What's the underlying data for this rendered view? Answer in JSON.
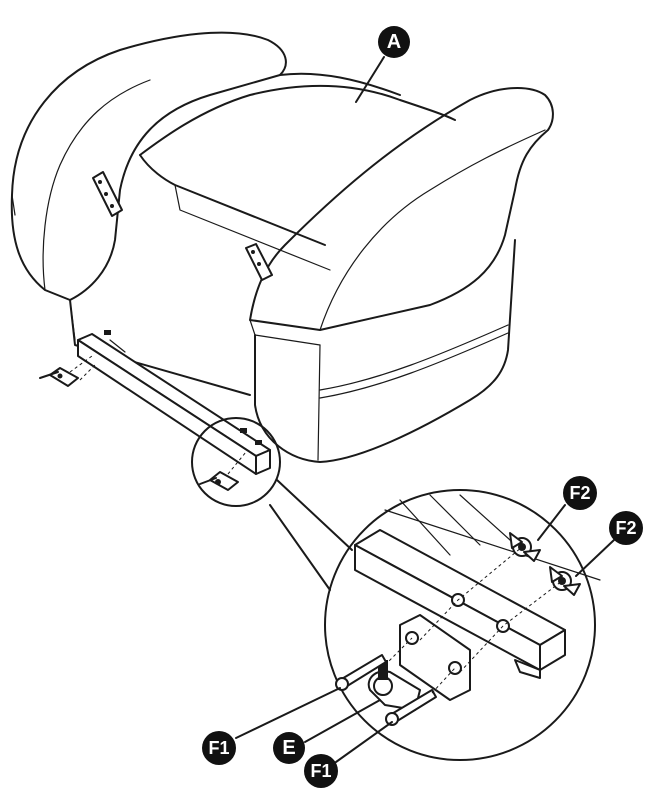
{
  "callouts": {
    "a": "A",
    "f2_top": "F2",
    "f2_bottom": "F2",
    "f1_left": "F1",
    "e": "E",
    "f1_bottom": "F1"
  }
}
